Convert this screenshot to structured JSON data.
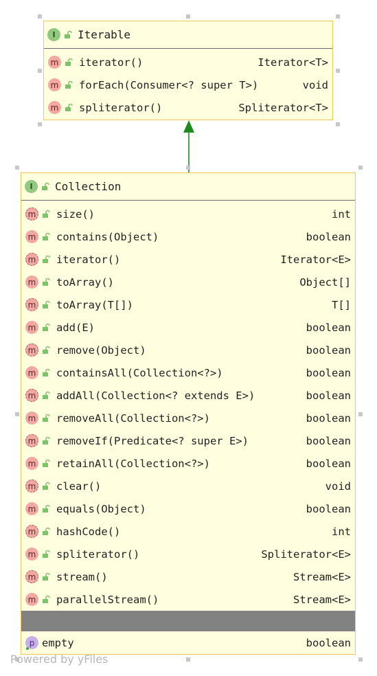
{
  "iterable": {
    "name": "Iterable",
    "kind_badge": "I",
    "methods": [
      {
        "badge": "m",
        "name": "iterator()",
        "type": "Iterator<T>"
      },
      {
        "badge": "m",
        "name": "forEach(Consumer<? super T>)",
        "type": "void"
      },
      {
        "badge": "m",
        "name": "spliterator()",
        "type": "Spliterator<T>"
      }
    ]
  },
  "collection": {
    "name": "Collection",
    "kind_badge": "I",
    "methods": [
      {
        "badge": "m",
        "name": "size()",
        "type": "int"
      },
      {
        "badge": "m",
        "name": "contains(Object)",
        "type": "boolean"
      },
      {
        "badge": "m",
        "name": "iterator()",
        "type": "Iterator<E>"
      },
      {
        "badge": "m",
        "name": "toArray()",
        "type": "Object[]"
      },
      {
        "badge": "m",
        "name": "toArray(T[])",
        "type": "T[]"
      },
      {
        "badge": "m",
        "name": "add(E)",
        "type": "boolean"
      },
      {
        "badge": "m",
        "name": "remove(Object)",
        "type": "boolean"
      },
      {
        "badge": "m",
        "name": "containsAll(Collection<?>)",
        "type": "boolean"
      },
      {
        "badge": "m",
        "name": "addAll(Collection<? extends E>)",
        "type": "boolean"
      },
      {
        "badge": "m",
        "name": "removeAll(Collection<?>)",
        "type": "boolean"
      },
      {
        "badge": "m",
        "name": "removeIf(Predicate<? super E>)",
        "type": "boolean"
      },
      {
        "badge": "m",
        "name": "retainAll(Collection<?>)",
        "type": "boolean"
      },
      {
        "badge": "m",
        "name": "clear()",
        "type": "void"
      },
      {
        "badge": "m",
        "name": "equals(Object)",
        "type": "boolean"
      },
      {
        "badge": "m",
        "name": "hashCode()",
        "type": "int"
      },
      {
        "badge": "m",
        "name": "spliterator()",
        "type": "Spliterator<E>"
      },
      {
        "badge": "m",
        "name": "stream()",
        "type": "Stream<E>"
      },
      {
        "badge": "m",
        "name": "parallelStream()",
        "type": "Stream<E>"
      }
    ],
    "properties": [
      {
        "badge": "p",
        "name": "empty",
        "type": "boolean"
      }
    ]
  },
  "watermark": "Powered by yFiles",
  "colors": {
    "node_fill": "#ffffe0",
    "node_border": "#f3c84a",
    "arrow": "#1e8a1e",
    "interface_badge": "#91c97e",
    "method_badge": "#f4a8a4",
    "property_badge": "#c7b0ea"
  }
}
